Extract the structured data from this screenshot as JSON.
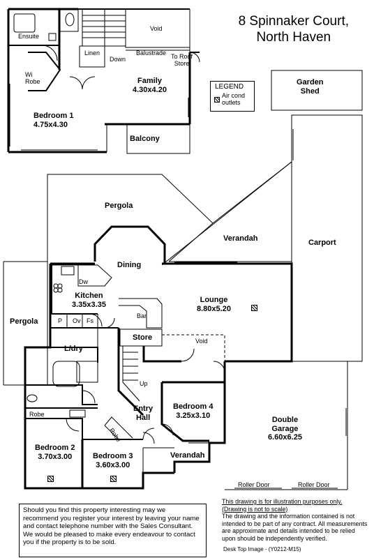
{
  "title": {
    "line1": "8 Spinnaker Court,",
    "line2": "North Haven"
  },
  "legend": {
    "heading": "LEGEND",
    "item": "Air cond\noutlets"
  },
  "upper_floor": {
    "ensuite": "Ensuite",
    "void": "Void",
    "wi_robe": "Wi\nRobe",
    "linen": "Linen",
    "down": "Down",
    "balustrade": "Balustrade",
    "to_roof_store": "To Roof\nStore",
    "family": "Family\n4.30x4.20",
    "bedroom1": "Bedroom 1\n4.75x4.30",
    "balcony": "Balcony"
  },
  "garden_shed": "Garden\nShed",
  "ground_floor": {
    "pergola_top": "Pergola",
    "verandah_top": "Verandah",
    "carport": "Carport",
    "dining": "Dining",
    "dw": "Dw",
    "kitchen": "Kitchen\n3.35x3.35",
    "lounge": "Lounge\n8.80x5.20",
    "bar": "Bar",
    "pergola_left": "Pergola",
    "p": "P",
    "ov": "Ov",
    "fs": "Fs",
    "store": "Store",
    "void": "Void",
    "ldry": "L/dry",
    "up": "Up",
    "entry_hall": "Entry\nHall",
    "bedroom4": "Bedroom 4\n3.25x3.10",
    "double_garage": "Double\nGarage\n6.60x6.25",
    "robe_left": "Robe",
    "robe_mid": "Robe",
    "bedroom2": "Bedroom 2\n3.70x3.00",
    "bedroom3": "Bedroom 3\n3.60x3.00",
    "verandah_bottom": "Verandah",
    "roller_door_1": "Roller Door",
    "roller_door_2": "Roller Door"
  },
  "enquiry": "Should you find this property interesting may we recommend you register your interest by leaving your name and contact telephone number with the Sales Consultant. We would be pleased to make every endeavour to contact you if the property is to be sold.",
  "disclaimer": {
    "line1": "This drawing is for illustration purposes only.",
    "line2": "(Drawing is not to scale)",
    "body": "The drawing and the information contained is not intended to be part of any contract.  All measurements are approximate and details intended to be relied upon should be independently verified."
  },
  "footer": "Desk Top Image -   (Y0212-M15)"
}
